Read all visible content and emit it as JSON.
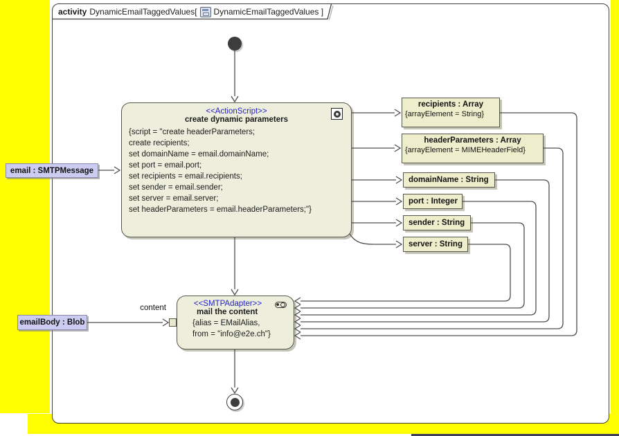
{
  "frame": {
    "keyword": "activity",
    "title_left": "DynamicEmailTaggedValues[",
    "title_right": "DynamicEmailTaggedValues ]"
  },
  "action_create": {
    "stereotype": "<<ActionScript>>",
    "name": "create dynamic parameters",
    "script_lines": [
      "{script = \"create headerParameters;",
      "create recipients;",
      "set domainName = email.domainName;",
      "set port = email.port;",
      "set recipients = email.recipients;",
      "set sender = email.sender;",
      "set server = email.server;",
      "set headerParameters = email.headerParameters;\"}"
    ]
  },
  "action_mail": {
    "stereotype": "<<SMTPAdapter>>",
    "name": "mail the content",
    "tag_line1": "{alias = EMailAlias,",
    "tag_line2": "from = \"info@e2e.ch\"}",
    "pin_label": "content"
  },
  "inputs": {
    "email": "email : SMTPMessage",
    "emailBody": "emailBody : Blob"
  },
  "objects": [
    {
      "title": "recipients : Array",
      "subtitle": "{arrayElement = String}"
    },
    {
      "title": "headerParameters : Array",
      "subtitle": "{arrayElement = MIMEHeaderField}"
    },
    {
      "title": "domainName : String"
    },
    {
      "title": "port : Integer"
    },
    {
      "title": "sender : String"
    },
    {
      "title": "server : String"
    }
  ],
  "colors": {
    "yellow": "#ffff00",
    "nodefill": "#eeeedd",
    "objfill": "#eeeecc",
    "pinfill": "#ccccf2",
    "blue": "#2222cc",
    "line": "#4d4d4d"
  }
}
